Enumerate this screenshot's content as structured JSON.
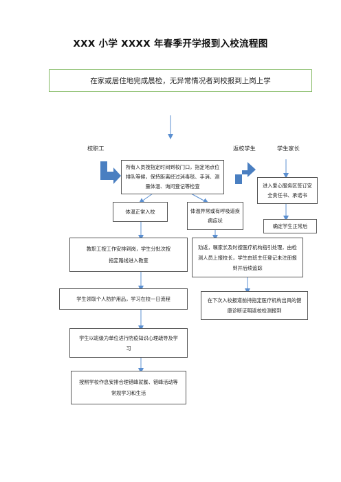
{
  "title": "XXX 小学 XXXX 年春季开学报到入校流程图",
  "banner": "在家或居住地完成晨检，无异常情况者到校报到上岗上学",
  "labels": {
    "staff": "校职工",
    "returning_students": "返校学生",
    "parents": "学生家长"
  },
  "boxes": {
    "gate_check": "所有人员按指定时间到校门口，指定地点位排队等候，保持距离经过消毒毯、手消、测量体温、询问登记等检查",
    "temp_normal": "体温正常入校",
    "temp_abnormal": "体温异常或有呼吸道疾病症状",
    "sign_responsibility": "进入爱心服务区签订安全责任书、承诺书",
    "confirm_normal": "确定学生正常后",
    "staff_post": "教职工按工作安排到岗，学生分批次按指定路线进入教室",
    "persuade_return": "劝返，嘱家长及时按医疗机构指引处理，由检测人员上报校长，学生由班主任登记未注册报到并后续追踪",
    "daily_routine": "学生领取个人防护用品，学习在校一日流程",
    "health_certificate": "在下次入校报道前持指定医疗机构出具的健康诊断证明返校检测报到",
    "class_education": "学生以班级为单位进行防疫知识心理疏导及学习",
    "staggered_meals": "按照学校作息安排合理错峰就餐、错峰活动等常规学习和生活"
  },
  "colors": {
    "banner_border": "#7cb55a",
    "arrow_blue": "#4a7fc1",
    "line_blue": "#5b8fd0"
  }
}
